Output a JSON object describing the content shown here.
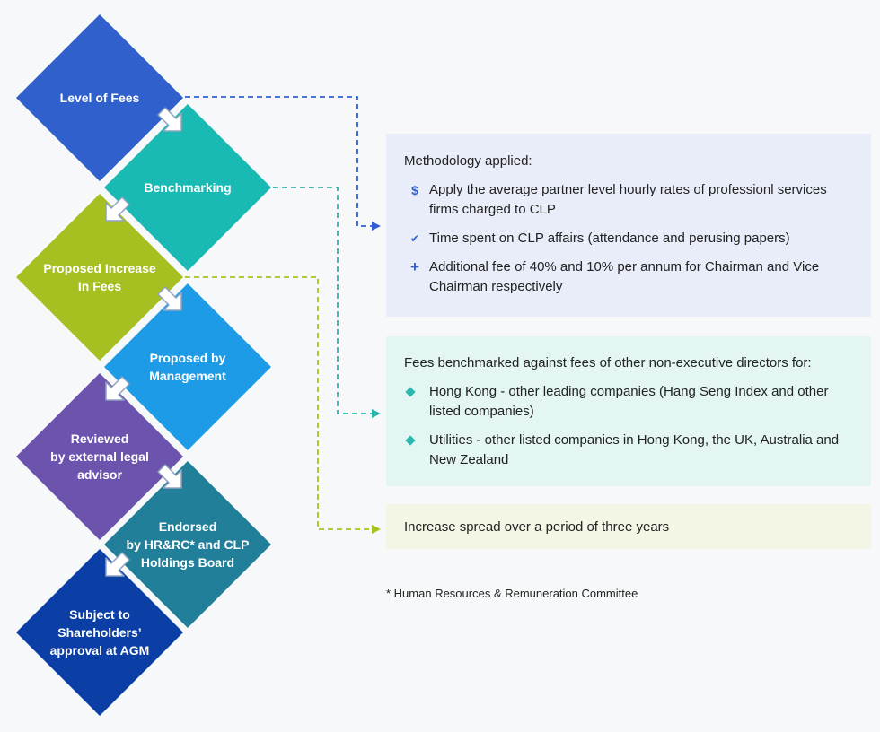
{
  "steps": [
    {
      "label": "Level of Fees",
      "color": "#3060cc"
    },
    {
      "label": "Benchmarking",
      "color": "#18bab3"
    },
    {
      "label": "Proposed Increase\nIn Fees",
      "color": "#a6c021"
    },
    {
      "label": "Proposed by\nManagement",
      "color": "#1e9be6"
    },
    {
      "label": "Reviewed\nby external legal\nadvisor",
      "color": "#6c53ae"
    },
    {
      "label": "Endorsed\nby HR&RC* and CLP\nHoldings Board",
      "color": "#227f9a"
    },
    {
      "label": "Subject to\nShareholders’\napproval at AGM",
      "color": "#0b3fa5"
    }
  ],
  "methodology": {
    "title": "Methodology applied:",
    "bg": "#e8edf9",
    "items": [
      {
        "icon": "dollar-icon",
        "glyph": "$",
        "text": "Apply the average partner level hourly rates of professionl services firms charged to CLP"
      },
      {
        "icon": "check-icon",
        "glyph": "✔",
        "text": "Time spent on CLP affairs (attendance and perusing papers)"
      },
      {
        "icon": "plus-icon",
        "glyph": "+",
        "text": "Additional fee of 40% and 10% per annum for Chairman and Vice Chairman respectively"
      }
    ]
  },
  "benchmark": {
    "title": "Fees benchmarked against fees of other non-executive directors for:",
    "bg": "#e3f6f4",
    "items": [
      {
        "text": "Hong Kong - other leading companies (Hang Seng Index and other listed companies)"
      },
      {
        "text": "Utilities - other listed companies in Hong Kong, the UK, Australia and New Zealand"
      }
    ]
  },
  "increase": {
    "text": "Increase spread over a period of three years",
    "bg": "#f3f6e4"
  },
  "footnote": "* Human Resources & Remuneration Committee",
  "connectors": {
    "blue": "#2f5fd0",
    "teal": "#2cb5ac",
    "green": "#a3c41e"
  }
}
